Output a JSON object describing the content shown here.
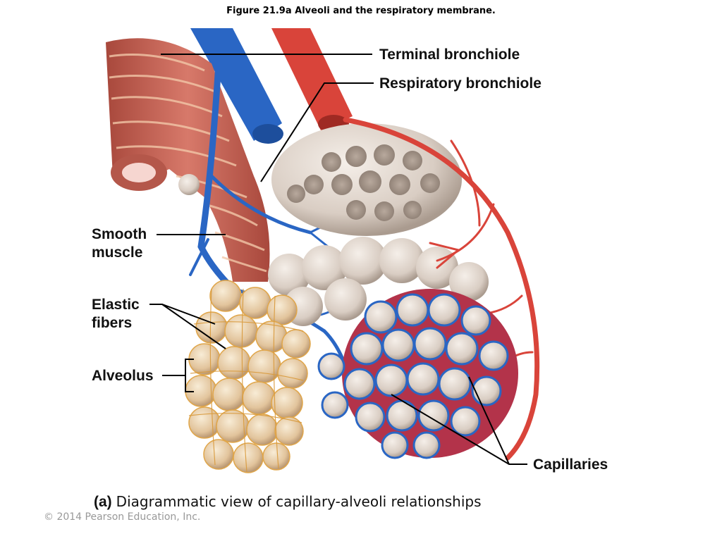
{
  "figure": {
    "title": "Figure 21.9a  Alveoli and the respiratory membrane.",
    "caption_tag": "(a)",
    "caption_text": "Diagrammatic view of capillary-alveoli relationships",
    "copyright": "© 2014 Pearson Education, Inc."
  },
  "labels": {
    "terminal_bronchiole": "Terminal bronchiole",
    "respiratory_bronchiole": "Respiratory bronchiole",
    "smooth_muscle_1": "Smooth",
    "smooth_muscle_2": "muscle",
    "elastic_fibers_1": "Elastic",
    "elastic_fibers_2": "fibers",
    "alveolus": "Alveolus",
    "capillaries": "Capillaries"
  },
  "colors": {
    "artery_red": "#d9443a",
    "vein_blue": "#2a66c4",
    "muscle": "#c4604f",
    "alveoli_tan": "#e7cfae",
    "alveoli_gray": "#d9cfc7"
  }
}
